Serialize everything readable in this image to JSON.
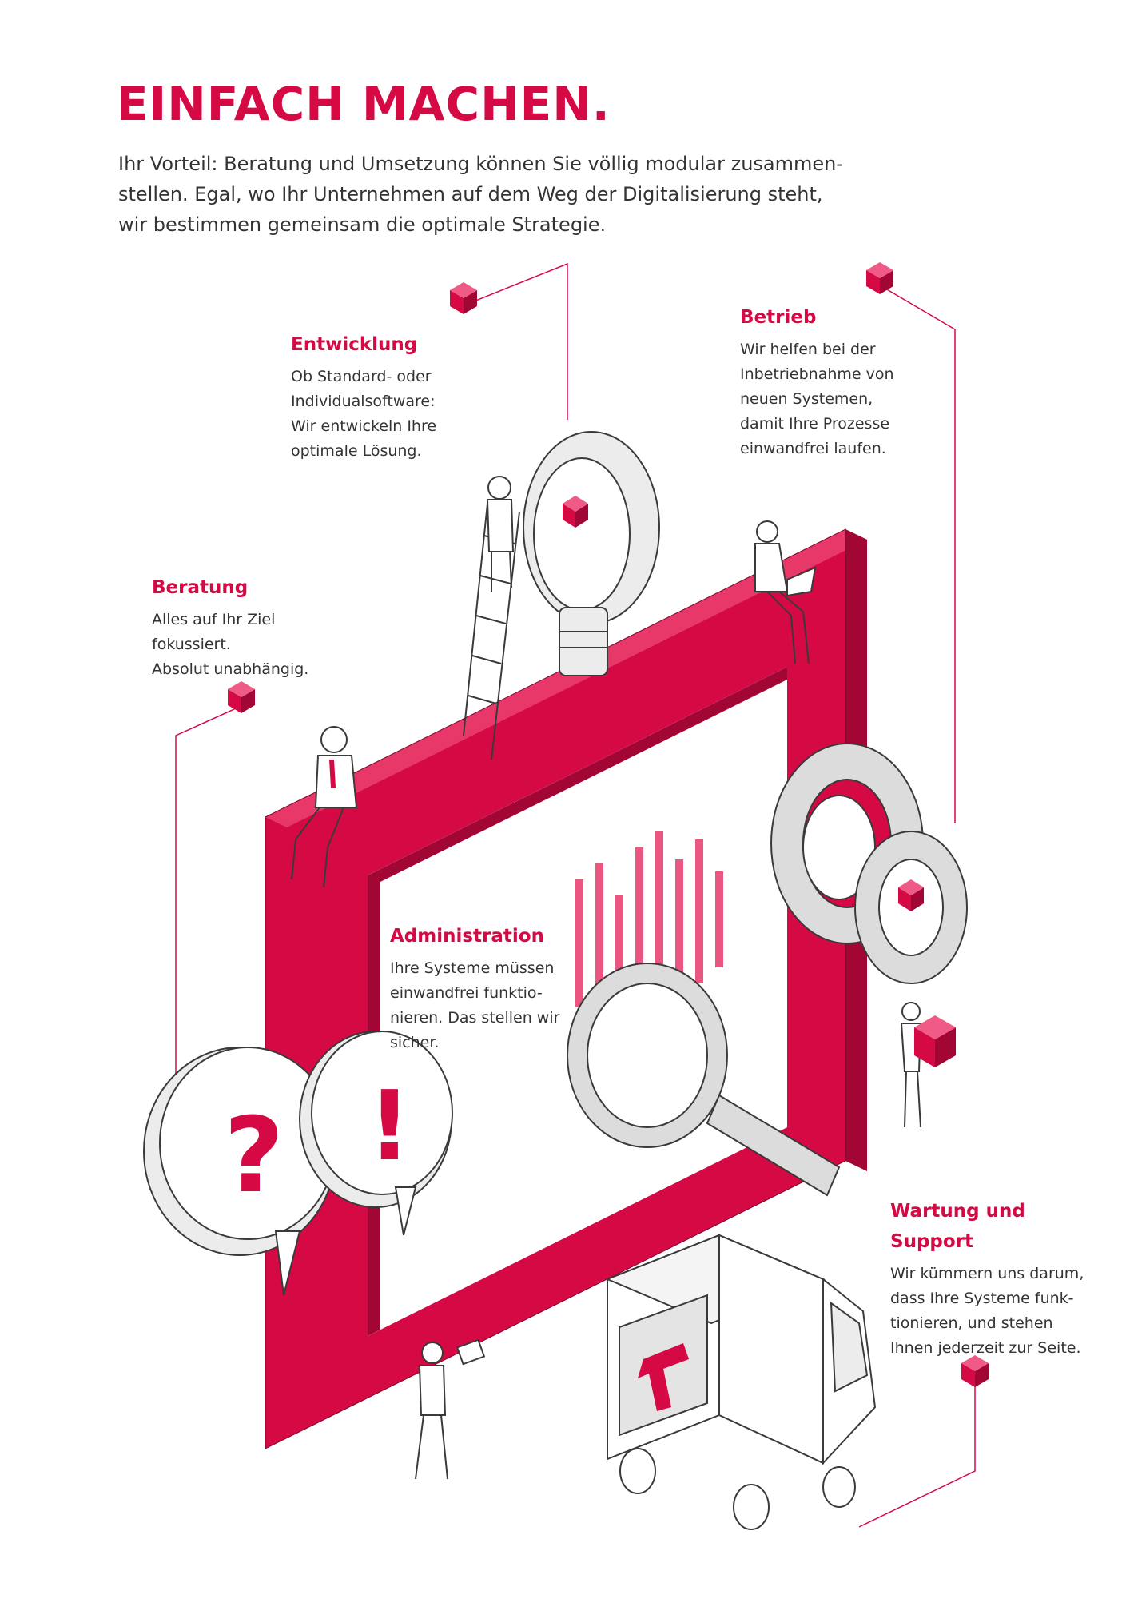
{
  "page": {
    "title": "EINFACH MACHEN.",
    "intro_lines": [
      "Ihr Vorteil: Beratung und Umsetzung können Sie völlig modular zusammen-",
      "stellen. Egal, wo Ihr Unternehmen auf dem Weg der Digitalisierung steht,",
      "wir bestimmen gemeinsam die optimale Strategie."
    ]
  },
  "sections": {
    "entwicklung": {
      "title": "Entwicklung",
      "lines": [
        "Ob Standard- oder",
        "Individualsoftware:",
        "Wir entwickeln Ihre",
        "optimale Lösung."
      ]
    },
    "betrieb": {
      "title": "Betrieb",
      "lines": [
        "Wir helfen bei der",
        "Inbetriebnahme von",
        "neuen Systemen,",
        "damit Ihre Prozesse",
        "einwandfrei laufen."
      ]
    },
    "beratung": {
      "title": "Beratung",
      "lines": [
        "Alles auf Ihr Ziel",
        "fokussiert.",
        "Absolut unabhängig."
      ]
    },
    "administration": {
      "title": "Administration",
      "lines": [
        "Ihre Systeme müssen",
        "einwandfrei funktio-",
        "nieren. Das stellen wir",
        "sicher."
      ]
    },
    "wartung": {
      "title_lines": [
        "Wartung und",
        "Support"
      ],
      "lines": [
        "Wir kümmern uns darum,",
        "dass Ihre Systeme funk-",
        "tionieren, und stehen",
        "Ihnen jederzeit zur Seite."
      ]
    }
  },
  "illustration": {
    "question_glyph": "?",
    "exclamation_glyph": "!",
    "colors": {
      "accent": "#d50a45",
      "accent_dark": "#a10635",
      "outline": "#3a3a3a",
      "light_gray": "#e6e6e6"
    }
  }
}
